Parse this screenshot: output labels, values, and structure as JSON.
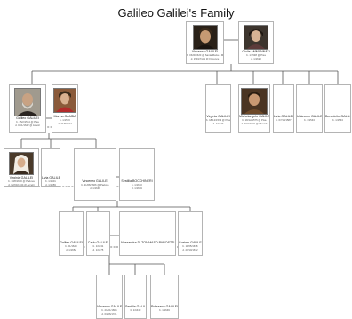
{
  "title": "Galileo Galilei's Family",
  "persons": {
    "vincenzo_sr": {
      "name": "Vincenzo GALILEI",
      "birth": "b. 1520/1520 @ Santa Maria a Monte",
      "death": "d. 1591/7/2/1 @ Florence"
    },
    "giulia": {
      "name": "Giulia AMMANNATI",
      "birth": "b. 1/1538 @ Pisa",
      "death": "d. 1/1620"
    },
    "galileo": {
      "name": "Galileo GALILEI",
      "birth": "b. 15/2/1564 @ Pisa",
      "death": "d. 08/1/1642 @ Arcetri"
    },
    "marina": {
      "name": "Marina GAMBA",
      "birth": "b. 1/1570",
      "death": "d. 21/8/1612"
    },
    "virginia_sis": {
      "name": "Virginia GALILEI",
      "birth": "b. 18/12/1573 @ Pisa",
      "death": "d. 1/1623"
    },
    "michelangelo": {
      "name": "Michelangelo GALILEI",
      "birth": "b. 18/12/1575 @ Pisa",
      "death": "d. 03/1/1631 @ Munich"
    },
    "livia_sis": {
      "name": "Livia GALILEI",
      "birth": "b. 07/10/1587",
      "death": ""
    },
    "unknown": {
      "name": "Unknown GALILEI",
      "birth": "b. 1/1543",
      "death": ""
    },
    "benedetto": {
      "name": "Benedetto GALILEI",
      "birth": "b. 1/1543",
      "death": ""
    },
    "virginia_dau": {
      "name": "Virginia GALILEI",
      "birth": "b. 13/8/1600 @ Padova",
      "death": "d. 02/04/1634 @ Arcetri"
    },
    "livia_dau": {
      "name": "Livia GALILEI",
      "birth": "b. 1/1601",
      "death": "d. 1/1659"
    },
    "vincenzo_son": {
      "name": "Vincenzo GALILEI",
      "birth": "b. 21/08/1606 @ Padova",
      "death": "d. 1/1649"
    },
    "sestilia": {
      "name": "Sestilia BOCCHINERI",
      "birth": "b. 1/1610",
      "death": "d. 1/1669"
    },
    "galileo_gs": {
      "name": "Galileo GALILEI",
      "birth": "b. 01/1629",
      "death": "d. 1/1652"
    },
    "carlo": {
      "name": "Carlo GALILEI",
      "birth": "b. 1/1631",
      "death": "d. 1/1675"
    },
    "alessandra": {
      "name": "Alessandra DI TOMMASO PAROSTTI",
      "birth": "",
      "death": ""
    },
    "cosimo": {
      "name": "Cosimo GALILEI",
      "birth": "b. 11/05/1638",
      "death": "d. 20/10/1672"
    },
    "vincenzo_ggs": {
      "name": "Vincenzo GALILEI",
      "birth": "b. 21/01/1665",
      "death": "d. 03/06/1721"
    },
    "sestilia_ggd": {
      "name": "Sestilia GALILEI",
      "birth": "b. 1/1640",
      "death": ""
    },
    "polissena": {
      "name": "Polissena GALILEI",
      "birth": "b. 1/1649",
      "death": ""
    }
  }
}
